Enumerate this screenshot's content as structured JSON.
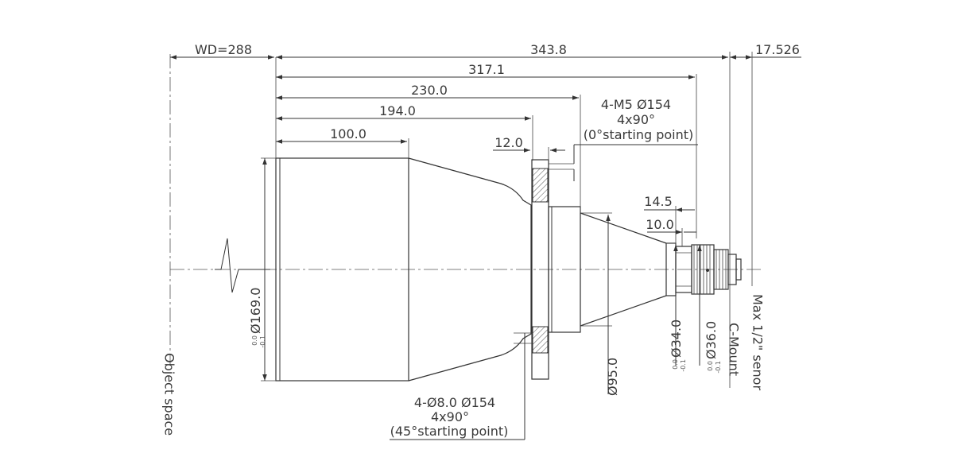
{
  "drawing": {
    "dims": {
      "wd": "WD=288",
      "total": "343.8",
      "back": "17.526",
      "d317": "317.1",
      "d230": "230.0",
      "d194": "194.0",
      "d100": "100.0",
      "d12": "12.0",
      "d145": "14.5",
      "d10": "10.0",
      "dia169": "Ø169.0",
      "dia95": "Ø95.0",
      "dia34": "Ø34.0",
      "dia36": "Ø36.0",
      "tol_hi": "0.0",
      "tol_lo": "-0.1"
    },
    "notes": {
      "m5_line1": "4-M5 Ø154",
      "m5_line2": "4x90°",
      "m5_line3": "(0°starting point)",
      "hole_line1": "4-Ø8.0  Ø154",
      "hole_line2": "4x90°",
      "hole_line3": "(45°starting point)"
    },
    "labels": {
      "object_space": "Object space",
      "c_mount": "C-Mount",
      "sensor": "Max 1/2\" senor"
    }
  }
}
